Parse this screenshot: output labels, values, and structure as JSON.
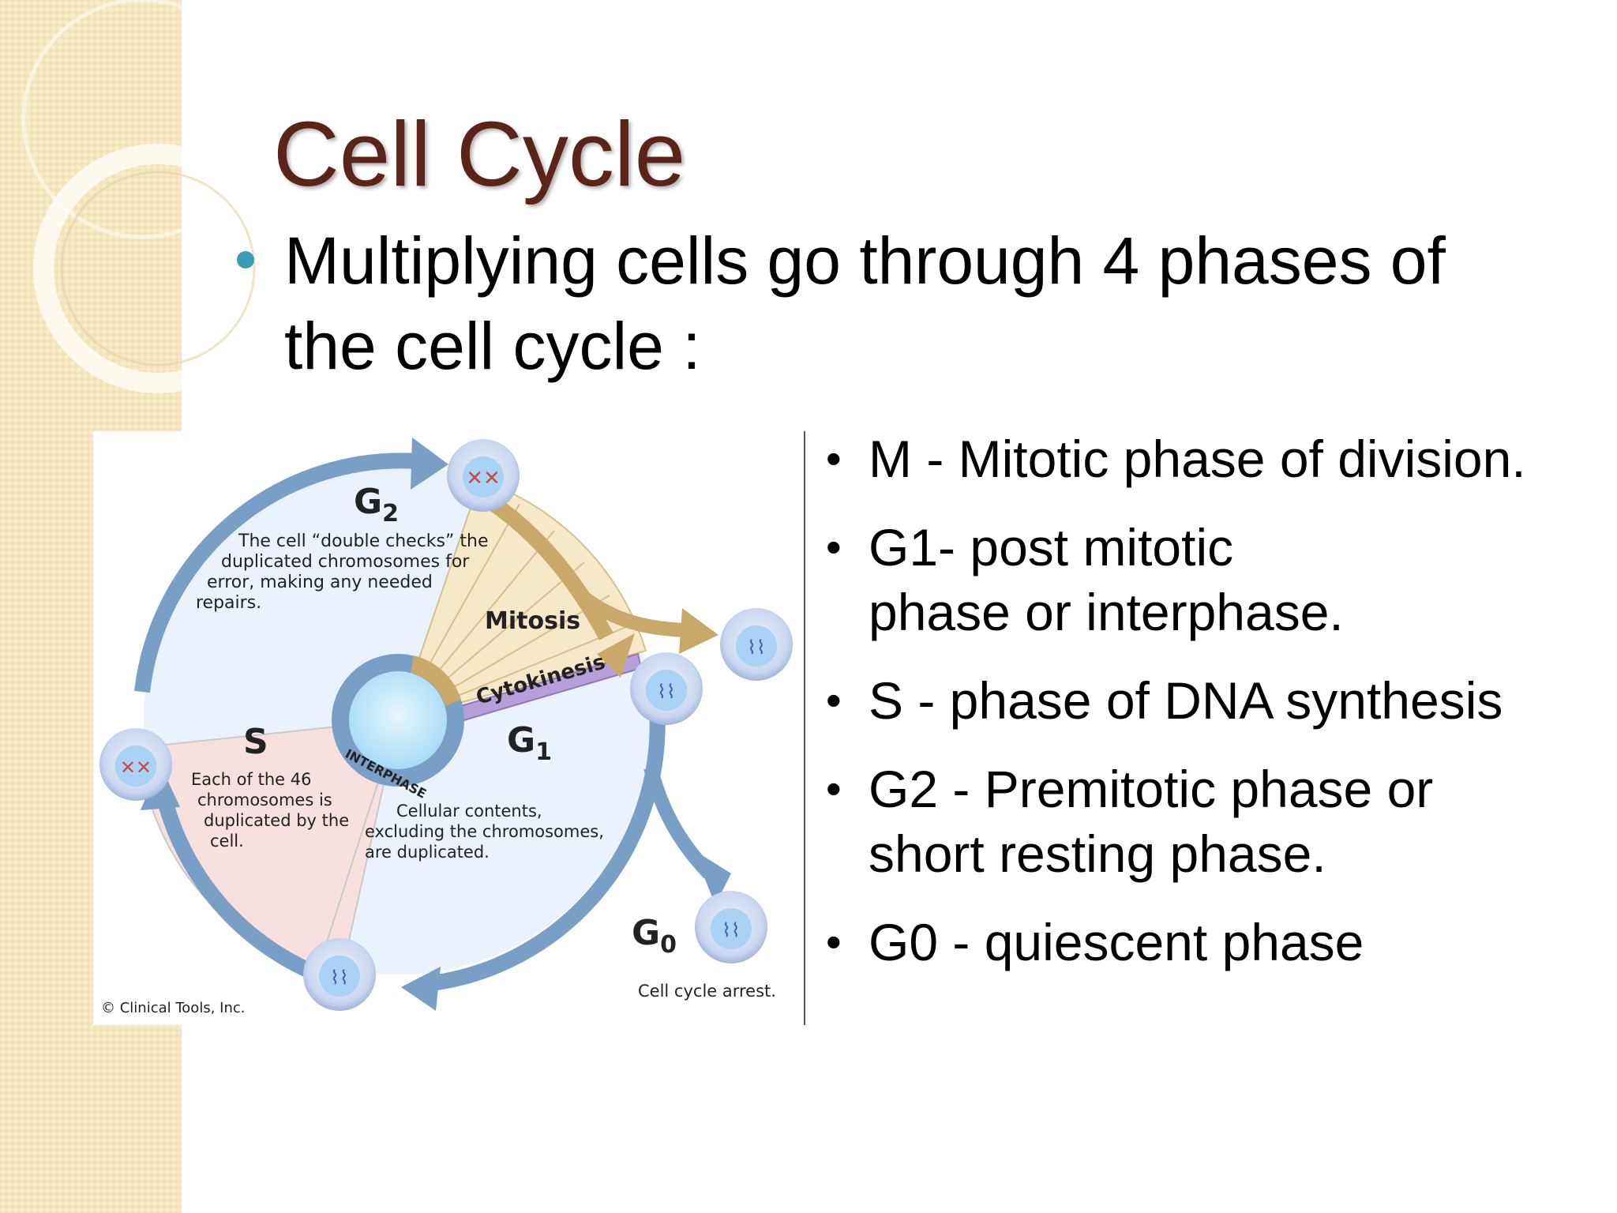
{
  "slide": {
    "title": "Cell Cycle",
    "main_bullet": "Multiplying cells go through 4 phases of the cell cycle :",
    "phases": [
      "M - Mitotic phase of division.",
      "G1- post mitotic\nphase or interphase.",
      "S - phase of DNA synthesis",
      "G2 - Premitotic phase or\nshort  resting phase.",
      "G0 - quiescent phase"
    ],
    "bullet_glyph": "•"
  },
  "diagram": {
    "g2_letter": "G",
    "g2_sub": "2",
    "g2_desc": [
      "The cell “double checks” the",
      "duplicated chromosomes for",
      "error, making any needed",
      "repairs."
    ],
    "mitosis_label": "Mitosis",
    "cytokinesis_label": "Cytokinesis",
    "interphase_label": "INTERPHASE",
    "s_label": "S",
    "s_desc": [
      "Each of the 46",
      "chromosomes is",
      "duplicated by the",
      "cell."
    ],
    "g1_letter": "G",
    "g1_sub": "1",
    "g1_desc": [
      "Cellular contents,",
      "excluding the chromosomes,",
      "are duplicated."
    ],
    "g0_letter": "G",
    "g0_sub": "0",
    "g0_desc": "Cell cycle arrest.",
    "copyright": "© Clinical Tools, Inc."
  },
  "colors": {
    "title": "#5a2419",
    "bullet_dot": "#3a9bb5",
    "cycle_arrow": "#7a9fc7",
    "mitosis": "#c9a86b",
    "cytokinesis": "#b79fd9",
    "s_wedge": "#f8e0df",
    "cycle_fill": "#eaf2fb"
  }
}
